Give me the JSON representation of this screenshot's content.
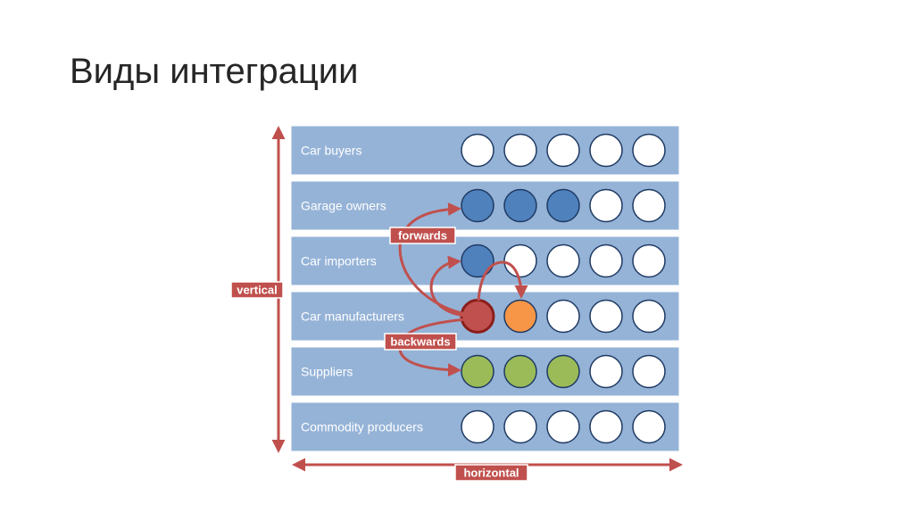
{
  "title": "Виды интеграции",
  "rows": [
    {
      "label": "Car buyers",
      "circles": [
        "empty",
        "empty",
        "empty",
        "empty",
        "empty"
      ]
    },
    {
      "label": "Garage owners",
      "circles": [
        "blue",
        "blue",
        "blue",
        "empty",
        "empty"
      ]
    },
    {
      "label": "Car importers",
      "circles": [
        "blue",
        "empty",
        "empty",
        "empty",
        "empty"
      ]
    },
    {
      "label": "Car manufacturers",
      "circles": [
        "red",
        "orange",
        "empty",
        "empty",
        "empty"
      ]
    },
    {
      "label": "Suppliers",
      "circles": [
        "green",
        "green",
        "green",
        "empty",
        "empty"
      ]
    },
    {
      "label": "Commodity producers",
      "circles": [
        "empty",
        "empty",
        "empty",
        "empty",
        "empty"
      ]
    }
  ],
  "tags": {
    "forwards": "forwards",
    "backwards": "backwards",
    "vertical": "vertical",
    "horizontal": "horizontal"
  },
  "colors": {
    "row_bg": "#95b3d7",
    "row_border": "#ffffff",
    "arrow": "#c0504d",
    "blue": "#4f81bd",
    "red": "#c0504d",
    "orange": "#f79646",
    "green": "#9bbb59",
    "empty": "#ffffff",
    "circle_stroke": "#1f3a63"
  }
}
